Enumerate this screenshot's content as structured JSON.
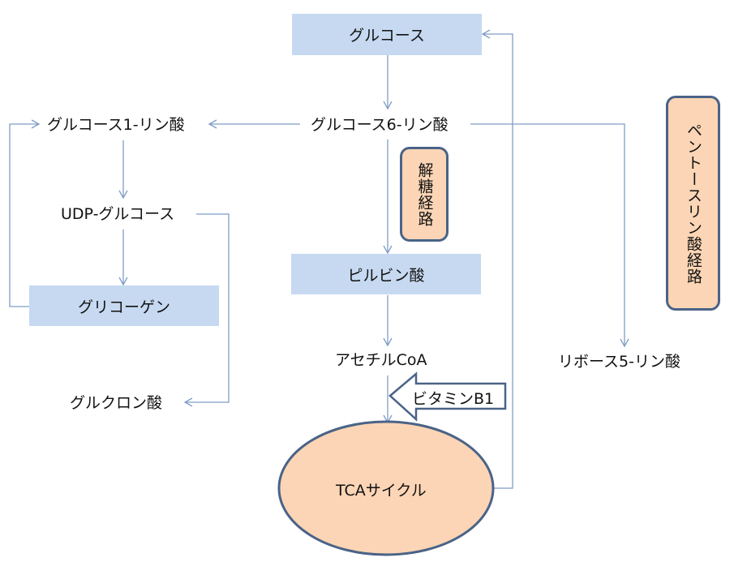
{
  "diagram": {
    "nodes": {
      "glucose": "グルコース",
      "g6p": "グルコース6-リン酸",
      "g1p": "グルコース1-リン酸",
      "udp_glucose": "UDP-グルコース",
      "glycogen": "グリコーゲン",
      "glucuronic_acid": "グルクロン酸",
      "pyruvate": "ピルビン酸",
      "acetyl_coa": "アセチルCoA",
      "tca_cycle": "TCAサイクル",
      "ribose5p": "リボース5-リン酸"
    },
    "pathways": {
      "glycolysis": "解糖経路",
      "pentose_phosphate": "ペントースリン酸経路"
    },
    "cofactor": {
      "label": "ビタミンB1"
    },
    "colors": {
      "box_blue": "#c6d9f1",
      "peach": "#fbd5b5",
      "outline": "#4a6387",
      "connector": "#7f9dc6"
    }
  }
}
